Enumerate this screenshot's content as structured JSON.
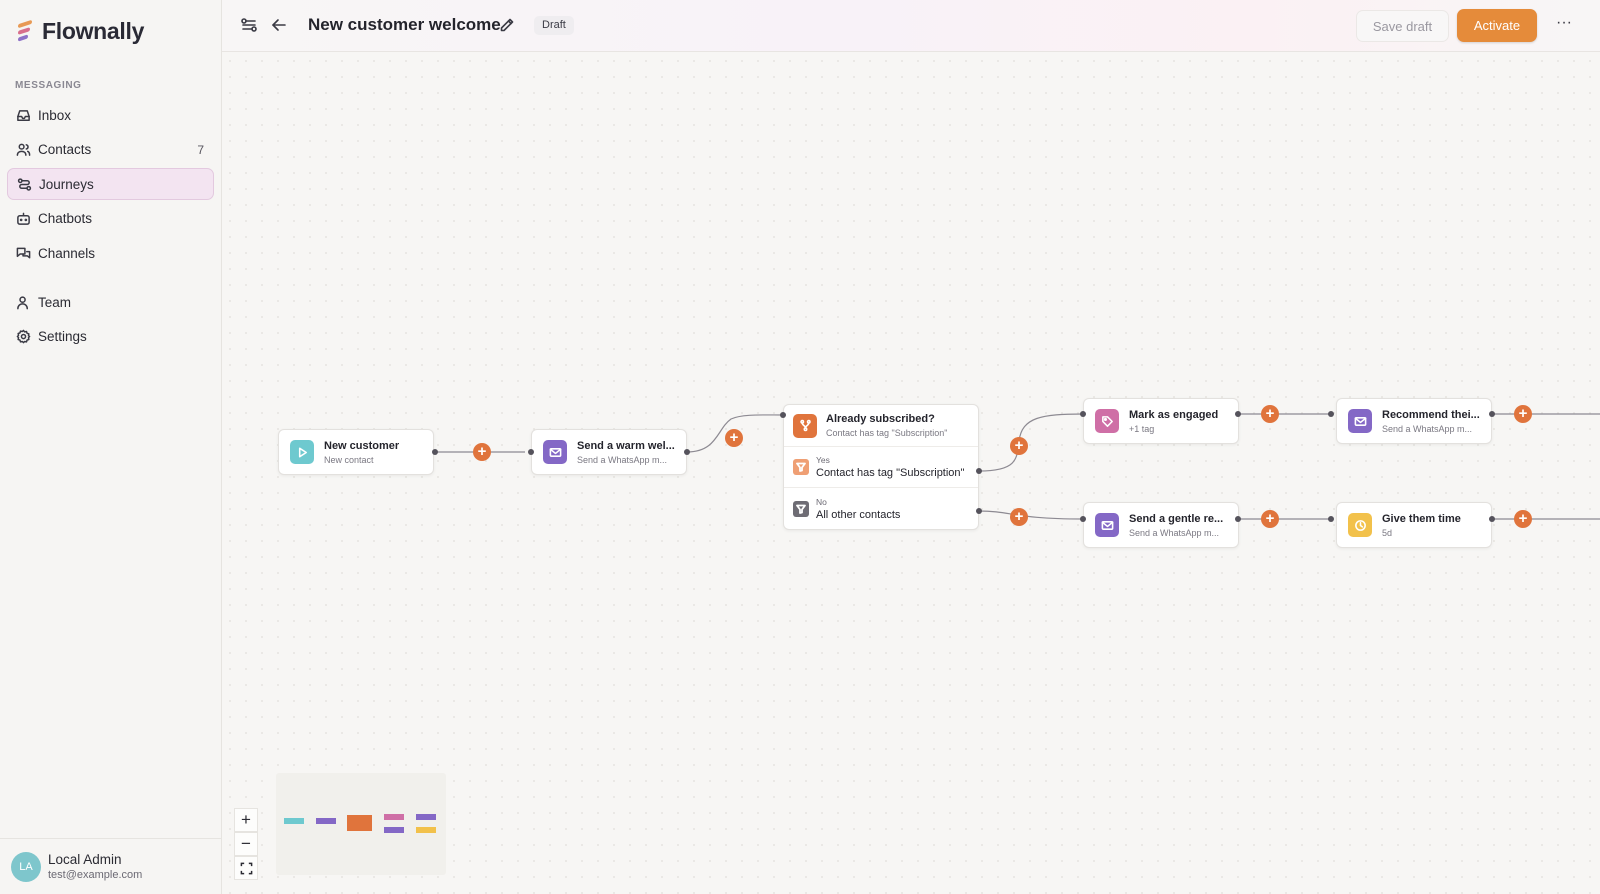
{
  "app": {
    "brand": "Flownally"
  },
  "colors": {
    "accent": "#e58b3a",
    "plus": "#e0743c",
    "trigger": "#6ec9cf",
    "message": "#8468c6",
    "condition": "#e0743c",
    "tag": "#cf6fa6",
    "delay": "#f2c14b"
  },
  "sidebar": {
    "section_label": "MESSAGING",
    "items": [
      {
        "label": "Inbox",
        "icon": "inbox-icon"
      },
      {
        "label": "Contacts",
        "icon": "users-icon",
        "count": "7"
      },
      {
        "label": "Journeys",
        "icon": "journeys-icon",
        "active": true
      },
      {
        "label": "Chatbots",
        "icon": "bot-icon"
      },
      {
        "label": "Channels",
        "icon": "chat-icon"
      }
    ],
    "items2": [
      {
        "label": "Team",
        "icon": "team-icon"
      },
      {
        "label": "Settings",
        "icon": "gear-icon"
      }
    ],
    "user": {
      "initials": "LA",
      "name": "Local Admin",
      "email": "test@example.com"
    }
  },
  "header": {
    "title": "New customer welcome",
    "status": "Draft",
    "save_label": "Save draft",
    "activate_label": "Activate",
    "more_label": "···"
  },
  "flow": {
    "nodes": [
      {
        "title": "New customer",
        "subtitle": "New contact",
        "icon": "play-icon",
        "kind": "trigger"
      },
      {
        "title": "Send a warm wel...",
        "subtitle": "Send a WhatsApp m...",
        "icon": "mail-icon",
        "kind": "message"
      },
      {
        "title": "Mark as engaged",
        "subtitle": "+1 tag",
        "icon": "tag-icon",
        "kind": "tag"
      },
      {
        "title": "Recommend thei...",
        "subtitle": "Send a WhatsApp m...",
        "icon": "mail-icon",
        "kind": "message"
      },
      {
        "title": "Send a gentle re...",
        "subtitle": "Send a WhatsApp m...",
        "icon": "mail-icon",
        "kind": "message"
      },
      {
        "title": "Give them time",
        "subtitle": "5d",
        "icon": "clock-icon",
        "kind": "delay"
      }
    ],
    "condition": {
      "title": "Already subscribed?",
      "subtitle": "Contact has tag \"Subscription\"",
      "branches": [
        {
          "label": "Yes",
          "text": "Contact has tag \"Subscription\""
        },
        {
          "label": "No",
          "text": "All other contacts"
        }
      ]
    }
  },
  "controls": {
    "zoom_in": "+",
    "zoom_out": "−"
  }
}
